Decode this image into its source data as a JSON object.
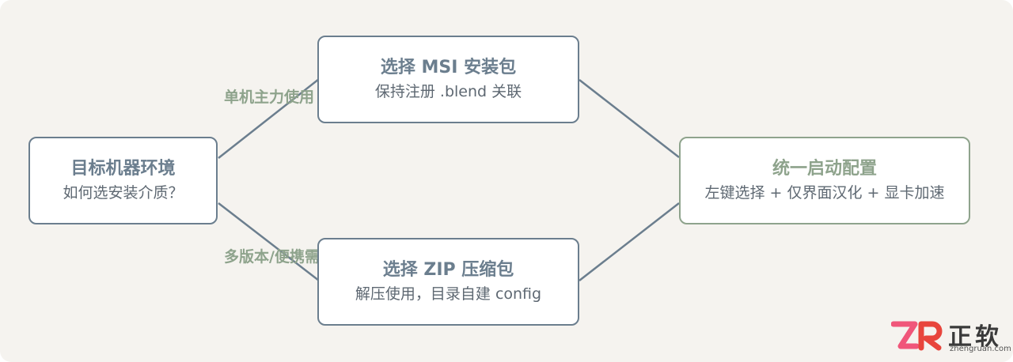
{
  "nodes": {
    "target": {
      "title": "目标机器环境",
      "subtitle": "如何选安装介质？"
    },
    "msi": {
      "title": "选择 MSI 安装包",
      "subtitle": "保持注册 .blend 关联"
    },
    "zip": {
      "title": "选择 ZIP 压缩包",
      "subtitle": "解压使用，目录自建 config"
    },
    "config": {
      "title": "统一启动配置",
      "subtitle": "左键选择 + 仅界面汉化 + 显卡加速"
    }
  },
  "edges": {
    "to_msi_label": "单机主力使用",
    "to_zip_label": "多版本/便携需"
  },
  "watermark": {
    "brand_cn": "正软",
    "url": "zhengruan.com"
  },
  "colors": {
    "slate": "#6b7e8e",
    "sage": "#8ea38c",
    "background": "#f5f3ef",
    "logo_pink": "#f0567a",
    "logo_red": "#e8453c"
  }
}
